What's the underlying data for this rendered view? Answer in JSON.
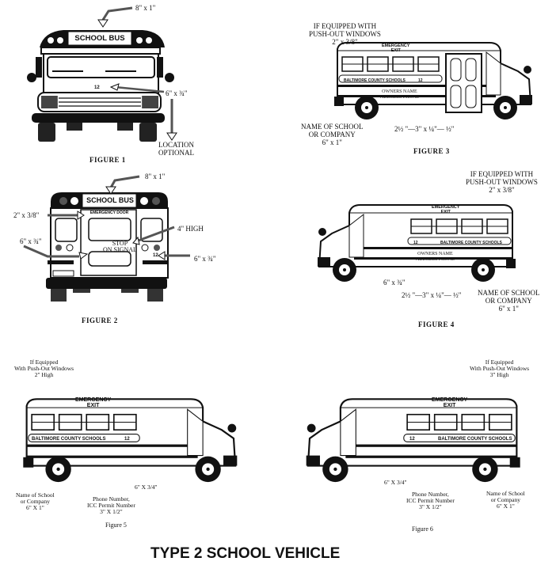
{
  "title": "TYPE 2 SCHOOL VEHICLE",
  "figure1": {
    "caption": "FIGURE 1",
    "sign": "SCHOOL BUS",
    "number": "12",
    "labels": {
      "top": "8\" x 1\"",
      "number": "6\" x ¾\"",
      "location": [
        "LOCATION",
        "OPTIONAL"
      ]
    }
  },
  "figure2": {
    "caption": "FIGURE 2",
    "sign": "SCHOOL BUS",
    "door_sign": "EMERGENCY DOOR",
    "stop": [
      "STOP",
      "ON SIGNAL"
    ],
    "number": "12",
    "labels": {
      "top": "8\" x 1\"",
      "door": "2\" x 3/8\"",
      "stop": "4\" HIGH",
      "left": "6\" x ¾\"",
      "right": "6\" x ¾\""
    }
  },
  "figure3": {
    "caption": "FIGURE 3",
    "exit": [
      "EMERGENCY",
      "EXIT"
    ],
    "school": "BALTIMORE COUNTY SCHOOLS",
    "number": "12",
    "owner": [
      "OWNERS NAME",
      "ADDRESS PHONE"
    ],
    "labels": {
      "pushout": [
        "IF EQUIPPED WITH",
        "PUSH-OUT WINDOWS",
        "2\" x 3/8\""
      ],
      "name": [
        "NAME OF SCHOOL",
        "OR COMPANY",
        "6\" x 1\""
      ],
      "owner": "2½ \"—3\" x ¼\"— ½\""
    }
  },
  "figure4": {
    "caption": "FIGURE 4",
    "exit": [
      "EMERGENCY",
      "EXIT"
    ],
    "school": "BALTIMORE COUNTY SCHOOLS",
    "number": "12",
    "owner": [
      "OWNERS NAME",
      "ADDRESS PHONE"
    ],
    "labels": {
      "pushout": [
        "IF EQUIPPED WITH",
        "PUSH-OUT WINDOWS",
        "2\" x 3/8\""
      ],
      "number": "6\" x ¾\"",
      "owner": "2½ \"—3\" x ¼\"— ½\"",
      "name": [
        "NAME OF SCHOOL",
        "OR COMPANY",
        "6\" x 1\""
      ]
    }
  },
  "figure5": {
    "caption": "Figure 5",
    "exit": [
      "EMERGENCY",
      "EXIT"
    ],
    "school": "BALTIMORE COUNTY SCHOOLS",
    "number": "12",
    "labels": {
      "pushout": [
        "If Equipped",
        "With Push-Out Windows",
        "2\" High"
      ],
      "name": [
        "Name of School",
        "or Company",
        "6\" X 1\""
      ],
      "phone": [
        "Phone Number,",
        "ICC Permit Number",
        "3\" X 1/2\""
      ],
      "number": "6\" X 3/4\""
    }
  },
  "figure6": {
    "caption": "Figure 6",
    "exit": [
      "EMERGENCY",
      "EXIT"
    ],
    "school": "BALTIMORE COUNTY SCHOOLS",
    "number": "12",
    "labels": {
      "pushout": [
        "If Equipped",
        "With Push-Out Windows",
        "3\" High"
      ],
      "number": "6\" X 3/4\"",
      "phone": [
        "Phone Number,",
        "ICC Permit Number",
        "3\" X 1/2\""
      ],
      "name": [
        "Name of School",
        "or Company",
        "6\" X 1\""
      ]
    }
  }
}
